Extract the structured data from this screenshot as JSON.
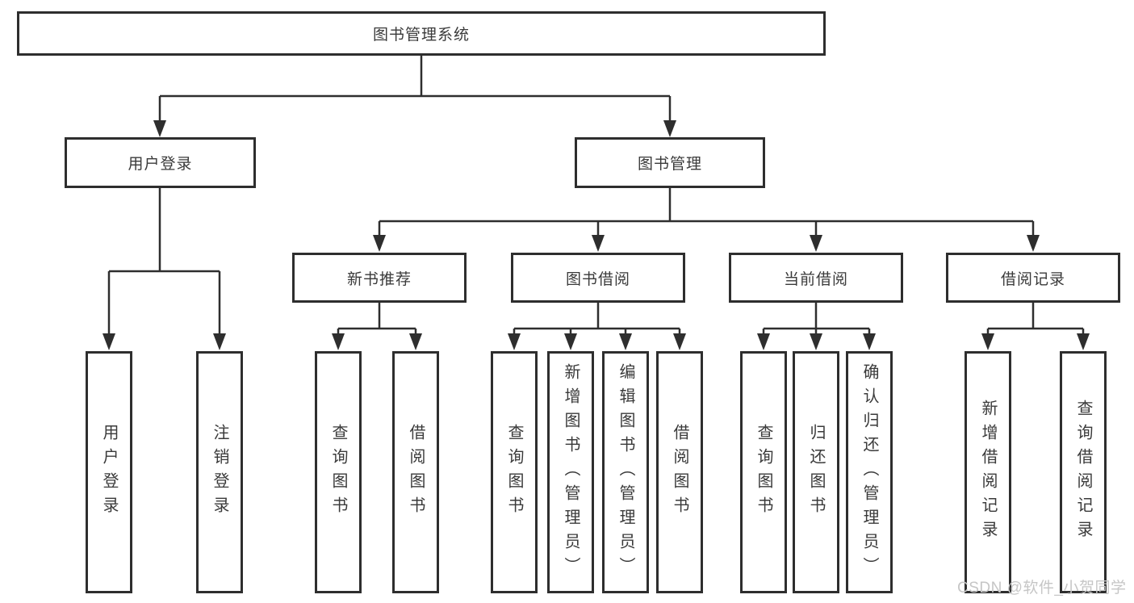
{
  "diagram": {
    "root": {
      "label": "图书管理系统"
    },
    "branches": [
      {
        "label": "用户登录",
        "children": [
          {
            "label": "用户登录"
          },
          {
            "label": "注销登录"
          }
        ]
      },
      {
        "label": "图书管理",
        "children": [
          {
            "label": "新书推荐",
            "children": [
              {
                "label": "查询图书"
              },
              {
                "label": "借阅图书"
              }
            ]
          },
          {
            "label": "图书借阅",
            "children": [
              {
                "label": "查询图书"
              },
              {
                "label": "新增图书（管理员）"
              },
              {
                "label": "编辑图书（管理员）"
              },
              {
                "label": "借阅图书"
              }
            ]
          },
          {
            "label": "当前借阅",
            "children": [
              {
                "label": "查询图书"
              },
              {
                "label": "归还图书"
              },
              {
                "label": "确认归还（管理员）"
              }
            ]
          },
          {
            "label": "借阅记录",
            "children": [
              {
                "label": "新增借阅记录"
              },
              {
                "label": "查询借阅记录"
              }
            ]
          }
        ]
      }
    ],
    "watermark": "CSDN @软件_小贺同学",
    "colors": {
      "line": "#2e2e2e",
      "text": "#3a3a3a",
      "box_fill": "#ffffff",
      "background": "#ffffff",
      "watermark": "#c6c6c6"
    }
  }
}
